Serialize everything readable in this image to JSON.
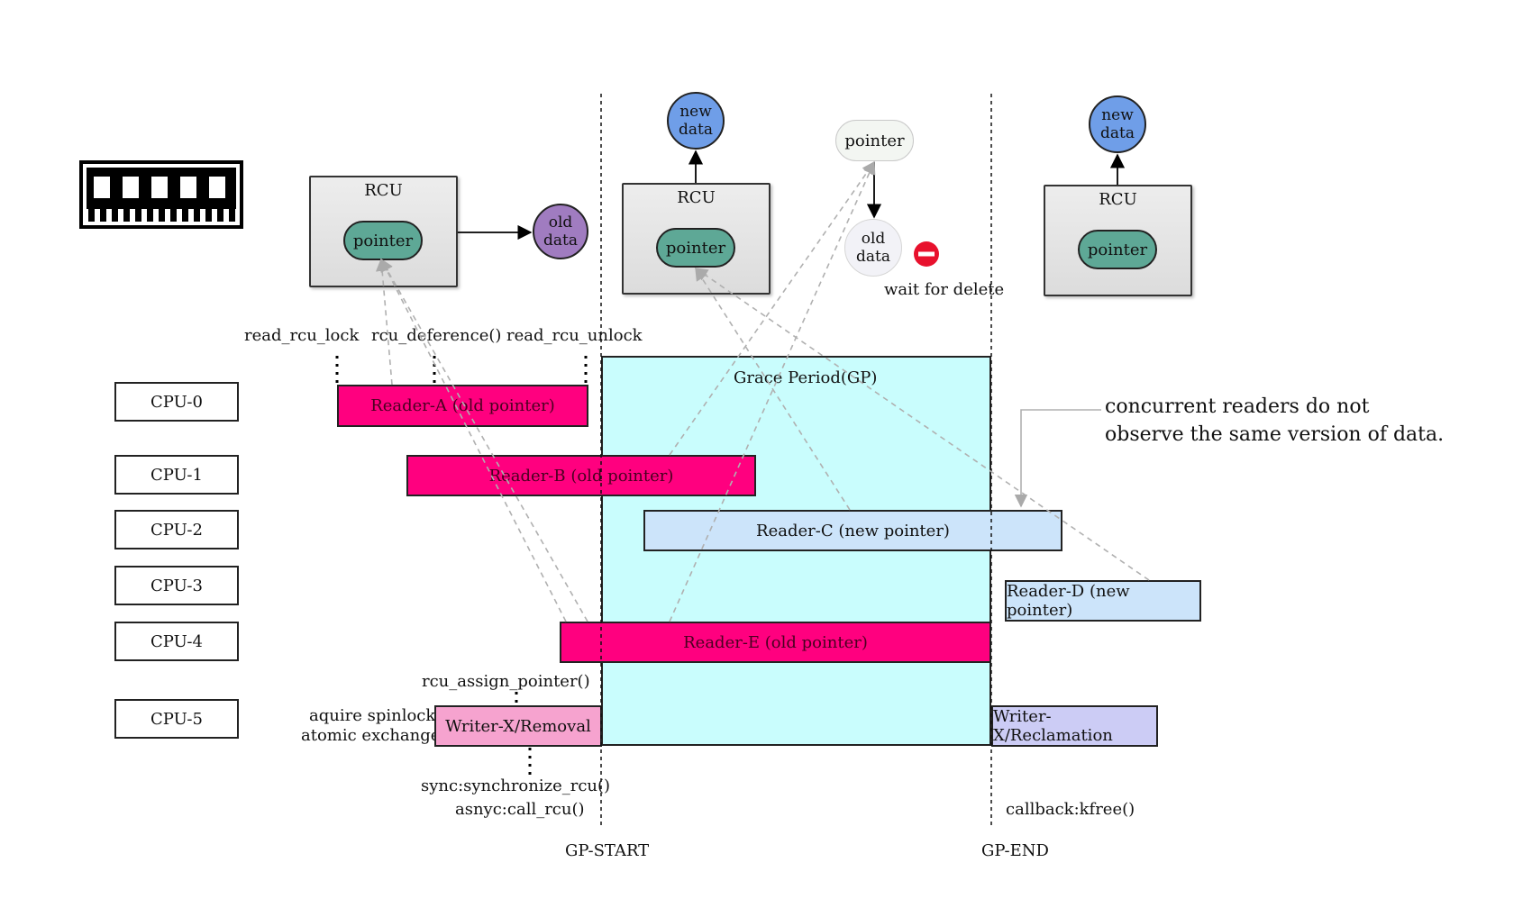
{
  "rcu_title": "RCU",
  "pointer_label": "pointer",
  "old_data": [
    "old",
    "data"
  ],
  "new_data": [
    "new",
    "data"
  ],
  "wait_for_delete": "wait for delete",
  "grace_period": "Grace Period(GP)",
  "gp_start": "GP-START",
  "gp_end": "GP-END",
  "api": {
    "read_lock": "read_rcu_lock",
    "deref": "rcu_deference()",
    "read_unlock": "read_rcu_unlock",
    "assign": "rcu_assign_pointer()",
    "spinlock": "aquire spinlock",
    "atomic": "atomic exchange",
    "sync": "sync:synchronize_rcu()",
    "async": "asnyc:call_rcu()",
    "callback": "callback:kfree()"
  },
  "cpus": [
    "CPU-0",
    "CPU-1",
    "CPU-2",
    "CPU-3",
    "CPU-4",
    "CPU-5"
  ],
  "bars": {
    "reader_a": "Reader-A (old pointer)",
    "reader_b": "Reader-B (old pointer)",
    "reader_c": "Reader-C (new pointer)",
    "reader_d": "Reader-D (new pointer)",
    "reader_e": "Reader-E (old pointer)",
    "writer_removal": "Writer-X/Removal",
    "writer_reclamation": "Writer-X/Reclamation"
  },
  "note": [
    "concurrent readers do not",
    "observe the same version of data."
  ],
  "colors": {
    "old_reader": "#ff007f",
    "new_reader": "#cce4fa",
    "grace_period": "#c9fdfd",
    "pointer": "#5ea896",
    "new_data": "#6f9ee8",
    "old_data": "#a07cc0",
    "writer_removal": "#f6a3cf",
    "writer_reclamation": "#ccccf5"
  }
}
